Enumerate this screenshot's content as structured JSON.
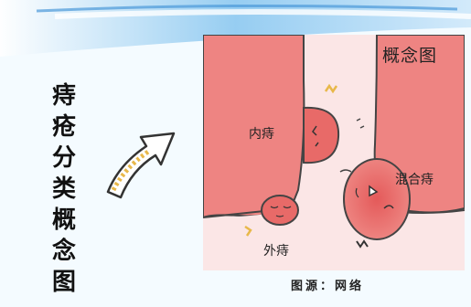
{
  "title_chars": [
    "痔",
    "疮",
    "分",
    "类",
    "概",
    "念",
    "图"
  ],
  "diagram": {
    "concept_label": "概念图",
    "internal_label": "内痔",
    "mixed_label": "混合痔",
    "external_label": "外痔"
  },
  "source_label": "图源：网络",
  "colors": {
    "background": "#f4fbff",
    "banner_blue": "#5aa8e0",
    "tissue_pink": "#e97b79",
    "tissue_light": "#fbe6e6",
    "arrow_yellow": "#e8b84a"
  },
  "icons": [
    "curved-arrow-icon",
    "spark-icon"
  ]
}
